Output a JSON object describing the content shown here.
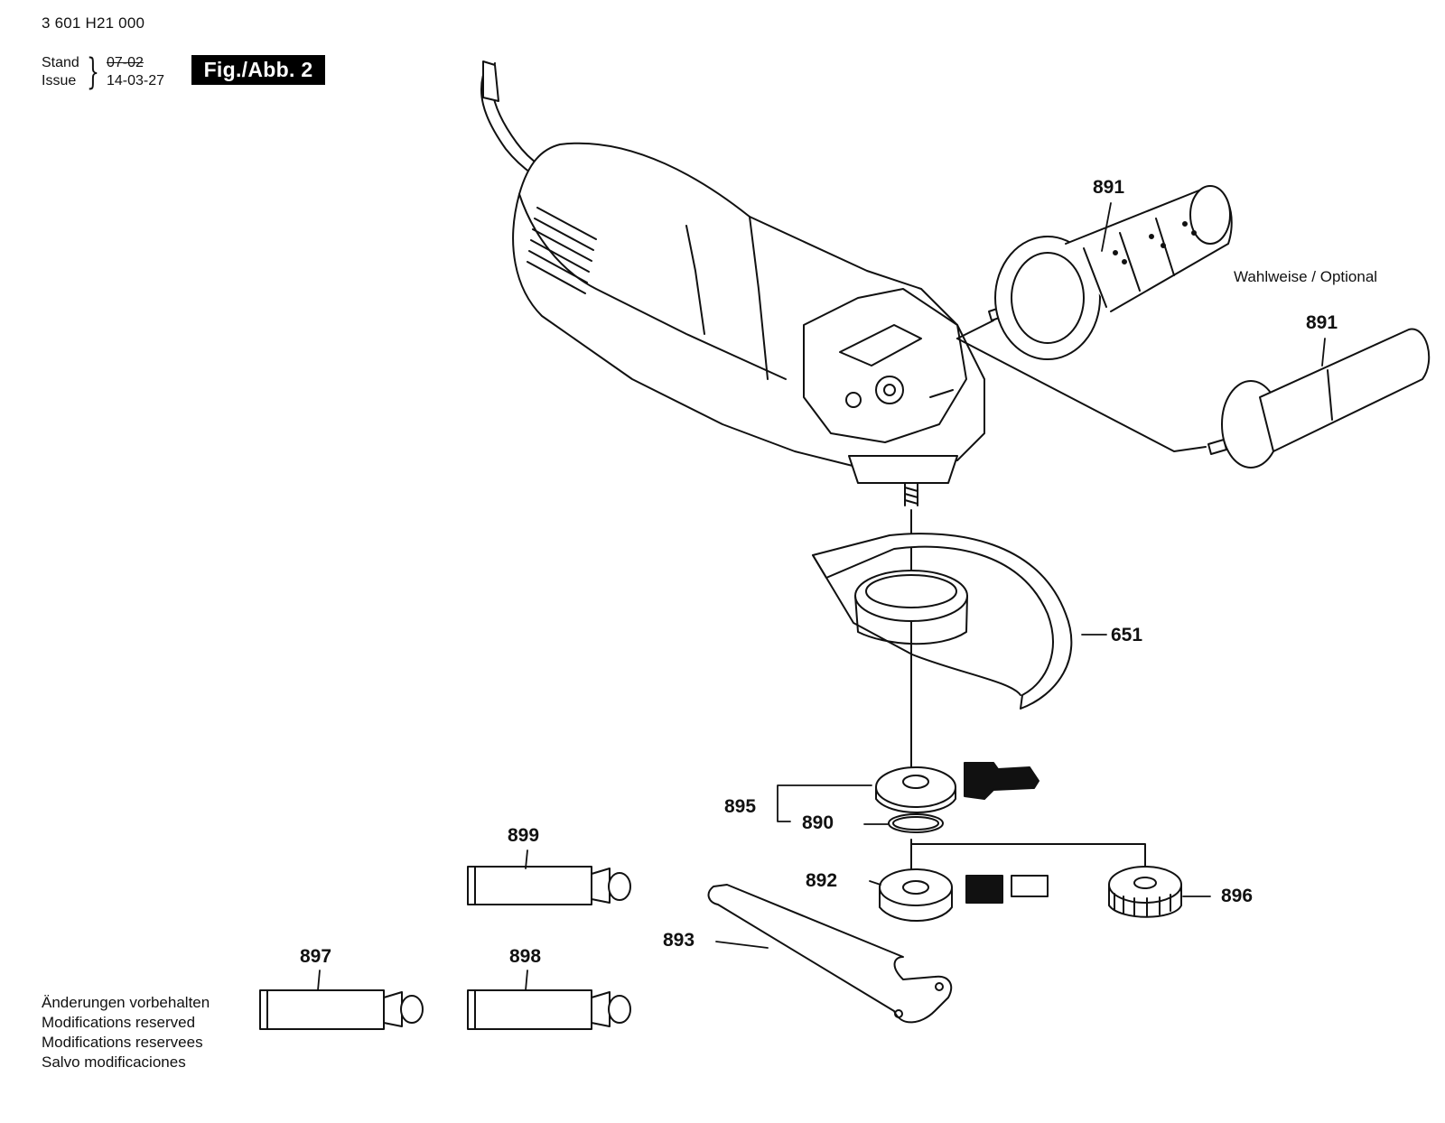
{
  "header": {
    "document_number": "3 601 H21 000",
    "stand_label": "Stand",
    "issue_label": "Issue",
    "stand_value": "07-02",
    "issue_value": "14-03-27",
    "figure_label": "Fig./Abb. 2"
  },
  "optional_label": "Wahlweise / Optional",
  "parts": {
    "p891a": "891",
    "p891b": "891",
    "p651": "651",
    "p895": "895",
    "p890": "890",
    "p892": "892",
    "p896": "896",
    "p893": "893",
    "p899": "899",
    "p897": "897",
    "p898": "898"
  },
  "notes": [
    "Änderungen vorbehalten",
    "Modifications reserved",
    "Modifications reservees",
    "Salvo modificaciones"
  ]
}
